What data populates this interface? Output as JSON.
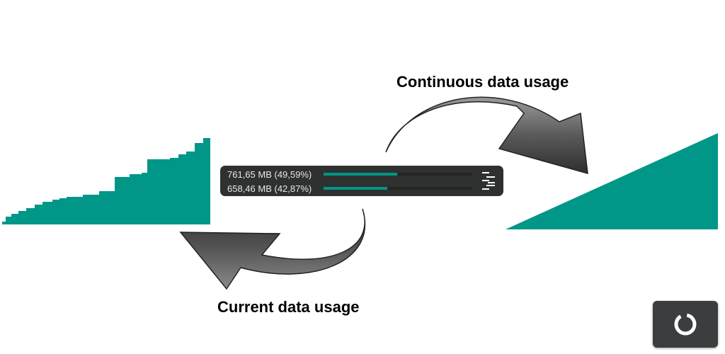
{
  "captions": {
    "continuous": "Continuous data usage",
    "current": "Current data usage"
  },
  "widget": {
    "rows": [
      {
        "label": "761,65 MB (49,59%)",
        "percent": 49.59
      },
      {
        "label": "658,46 MB (42,87%)",
        "percent": 42.87
      }
    ],
    "menu_icon": "list-bars-icon"
  },
  "colors": {
    "accent": "#009688",
    "widget_bg": "#2f3030"
  },
  "corner_button_icon": "ring-progress-icon"
}
